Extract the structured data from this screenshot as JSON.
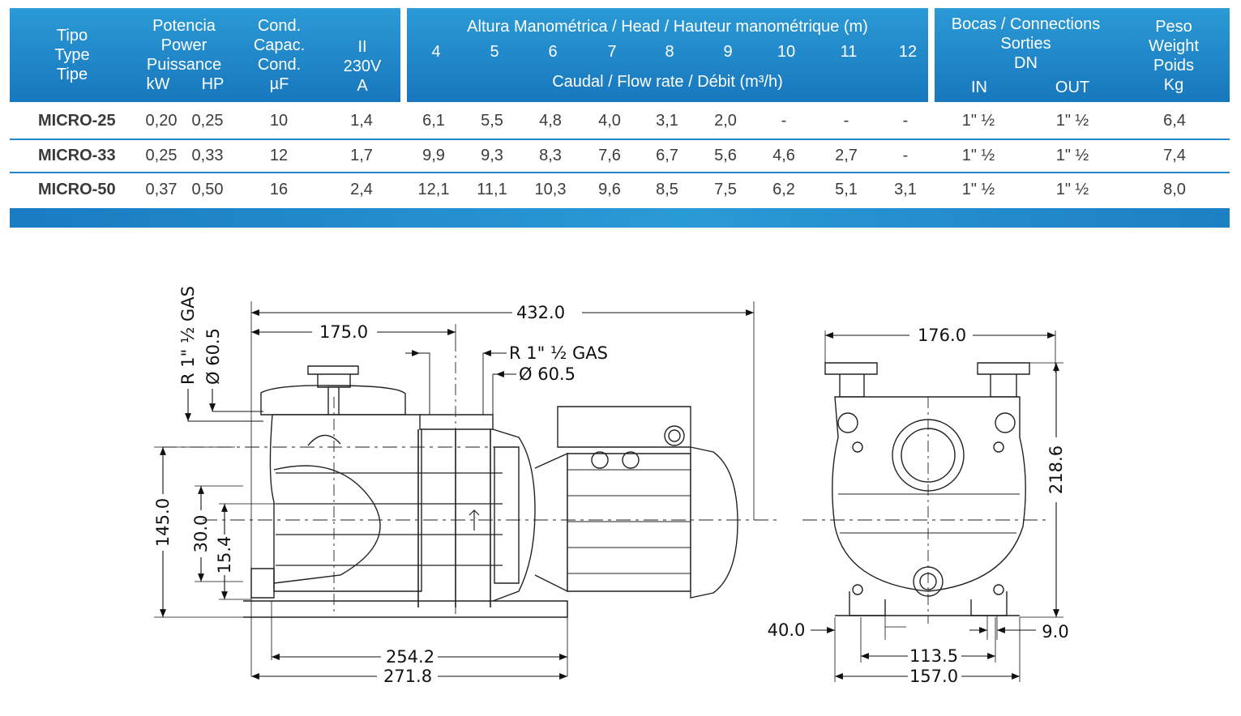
{
  "header": {
    "type": [
      "Tipo",
      "Type",
      "Tipe"
    ],
    "power": [
      "Potencia",
      "Power",
      "Puissance"
    ],
    "kw": "kW",
    "hp": "HP",
    "cond": [
      "Cond.",
      "Capac.",
      "Cond.",
      "µF"
    ],
    "amp": [
      "II",
      "230V",
      "A"
    ],
    "head_title": "Altura Manométrica / Head / Hauteur manométrique (m)",
    "heads": [
      "4",
      "5",
      "6",
      "7",
      "8",
      "9",
      "10",
      "11",
      "12"
    ],
    "flow_title": "Caudal / Flow rate / Débit (m³/h)",
    "connections": [
      "Bocas / Connections",
      "Sorties",
      "DN"
    ],
    "in": "IN",
    "out": "OUT",
    "weight": [
      "Peso",
      "Weight",
      "Poids",
      "Kg"
    ]
  },
  "rows": [
    {
      "model": "MICRO-25",
      "kw": "0,20",
      "hp": "0,25",
      "uf": "10",
      "amp": "1,4",
      "flows": [
        "6,1",
        "5,5",
        "4,8",
        "4,0",
        "3,1",
        "2,0",
        "-",
        "-",
        "-"
      ],
      "in": "1\" ½",
      "out": "1\" ½",
      "weight": "6,4"
    },
    {
      "model": "MICRO-33",
      "kw": "0,25",
      "hp": "0,33",
      "uf": "12",
      "amp": "1,7",
      "flows": [
        "9,9",
        "9,3",
        "8,3",
        "7,6",
        "6,7",
        "5,6",
        "4,6",
        "2,7",
        "-"
      ],
      "in": "1\" ½",
      "out": "1\" ½",
      "weight": "7,4"
    },
    {
      "model": "MICRO-50",
      "kw": "0,37",
      "hp": "0,50",
      "uf": "16",
      "amp": "2,4",
      "flows": [
        "12,1",
        "11,1",
        "10,3",
        "9,6",
        "8,5",
        "7,5",
        "6,2",
        "5,1",
        "3,1"
      ],
      "in": "1\" ½",
      "out": "1\" ½",
      "weight": "8,0"
    }
  ],
  "drawing": {
    "dim_432": "432.0",
    "dim_175": "175.0",
    "dim_254": "254.2",
    "dim_271": "271.8",
    "dim_145": "145.0",
    "dim_30": "30.0",
    "dim_15": "15.4",
    "inlet_thread": "R 1\" ½ GAS",
    "inlet_dia": "Ø 60.5",
    "outlet_thread": "R 1\" ½ GAS",
    "outlet_dia": "Ø 60.5",
    "dim_176": "176.0",
    "dim_218": "218.6",
    "dim_40": "40.0",
    "dim_9": "9.0",
    "dim_113": "113.5",
    "dim_157": "157.0"
  }
}
